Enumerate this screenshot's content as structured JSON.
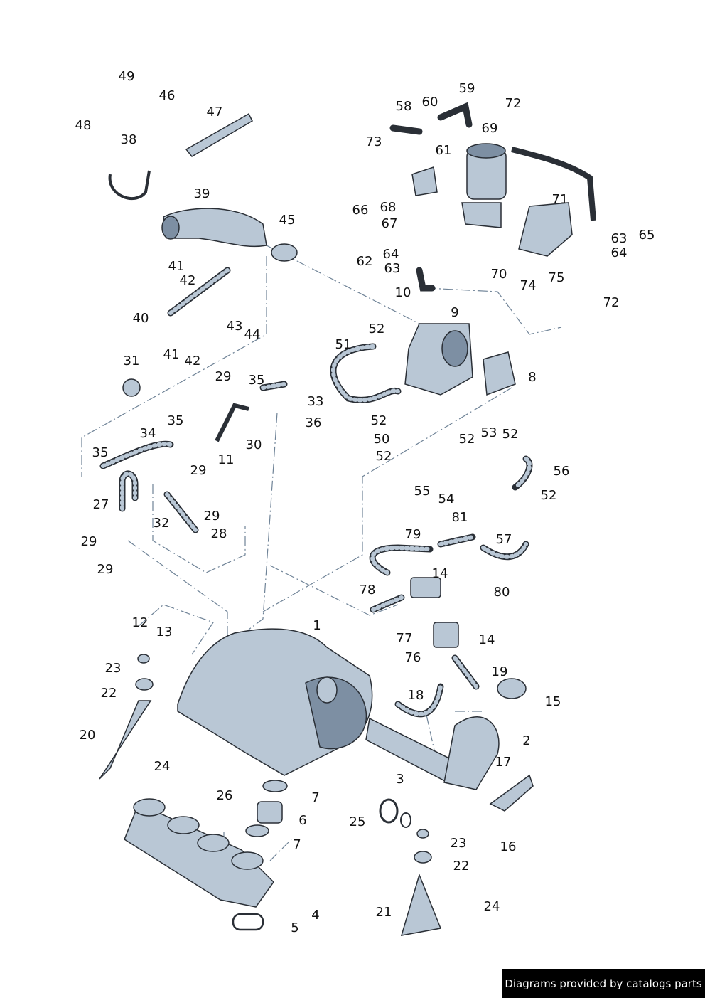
{
  "diagram": {
    "part_labels": [
      "49",
      "46",
      "47",
      "48",
      "38",
      "39",
      "45",
      "41",
      "42",
      "40",
      "43",
      "44",
      "41",
      "42",
      "31",
      "29",
      "35",
      "33",
      "36",
      "35",
      "34",
      "30",
      "35",
      "11",
      "29",
      "27",
      "32",
      "29",
      "28",
      "29",
      "29",
      "12",
      "13",
      "58",
      "60",
      "59",
      "72",
      "69",
      "73",
      "61",
      "66",
      "68",
      "67",
      "71",
      "65",
      "63",
      "64",
      "62",
      "64",
      "63",
      "70",
      "75",
      "74",
      "72",
      "10",
      "9",
      "52",
      "51",
      "8",
      "52",
      "50",
      "52",
      "52",
      "53",
      "52",
      "56",
      "55",
      "54",
      "52",
      "81",
      "79",
      "57",
      "14",
      "80",
      "78",
      "1",
      "77",
      "76",
      "14",
      "19",
      "18",
      "15",
      "2",
      "17",
      "23",
      "22",
      "20",
      "24",
      "26",
      "7",
      "3",
      "6",
      "25",
      "7",
      "16",
      "23",
      "22",
      "4",
      "5",
      "21",
      "24"
    ]
  },
  "footer": {
    "credit": "Diagrams provided by catalogs parts"
  }
}
